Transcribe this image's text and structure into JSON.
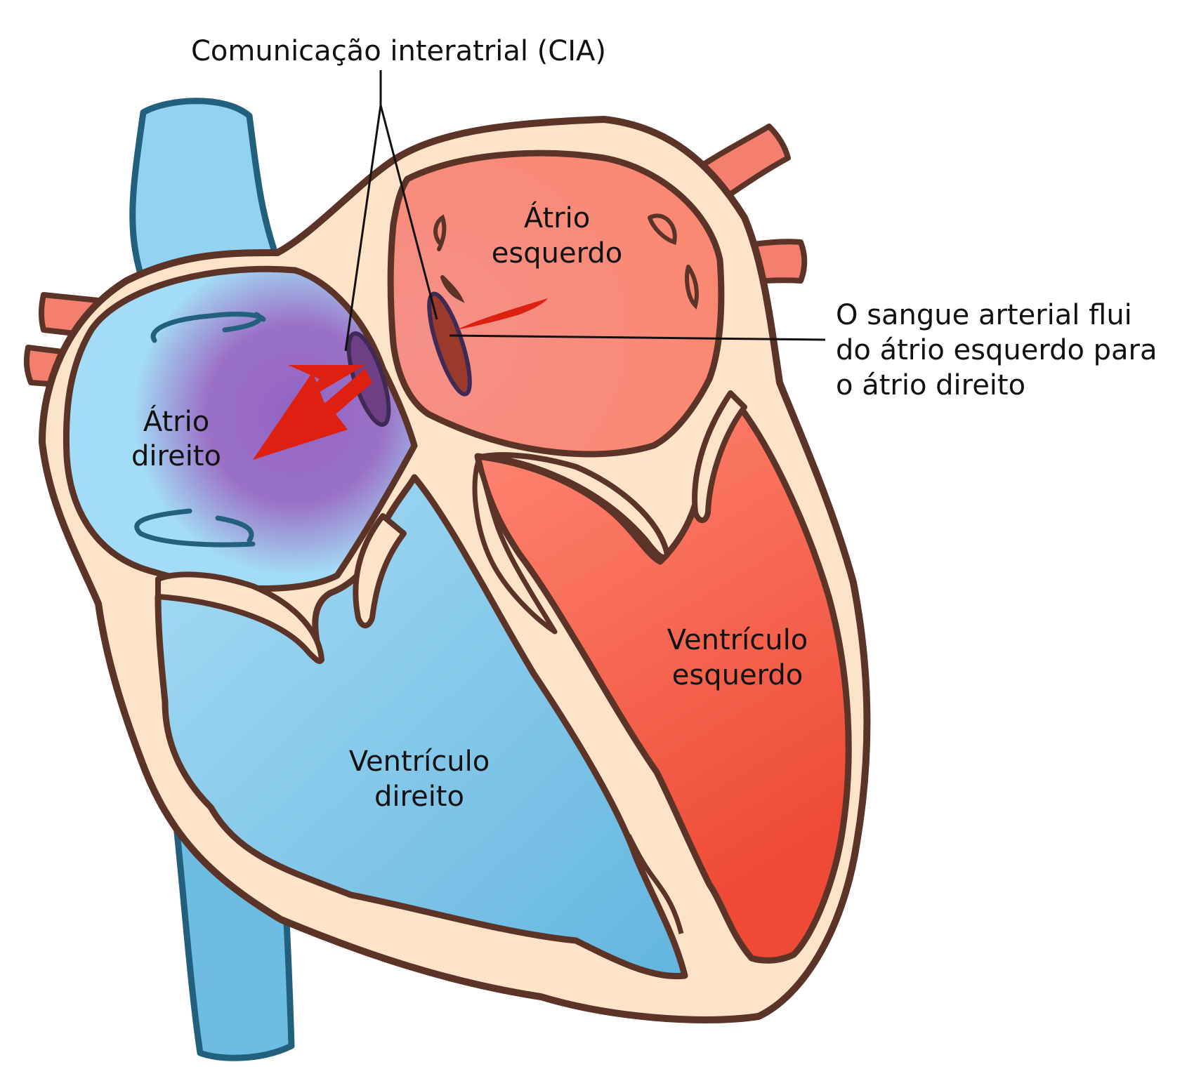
{
  "labels": {
    "cia": "Comunicação interatrial (CIA)",
    "left_atrium": [
      "Átrio",
      "esquerdo"
    ],
    "right_atrium": [
      "Átrio",
      "direito"
    ],
    "left_ventricle": [
      "Ventrículo",
      "esquerdo"
    ],
    "right_ventricle": [
      "Ventrículo",
      "direito"
    ],
    "flow_note": [
      "O sangue arterial flui",
      "do átrio esquerdo para",
      "o átrio direito"
    ]
  },
  "colors": {
    "outline": "#5b3327",
    "wall": "#fde3c8",
    "venous_blue": "#8fd1ef",
    "vein_blue": "#93d3f2",
    "vein_outline": "#23607e",
    "arterial_red": "#f36c5a",
    "mixed_purple": "#9a6bc4",
    "arrow_red": "#dd2010",
    "vessel_red": "#f47f6e"
  }
}
